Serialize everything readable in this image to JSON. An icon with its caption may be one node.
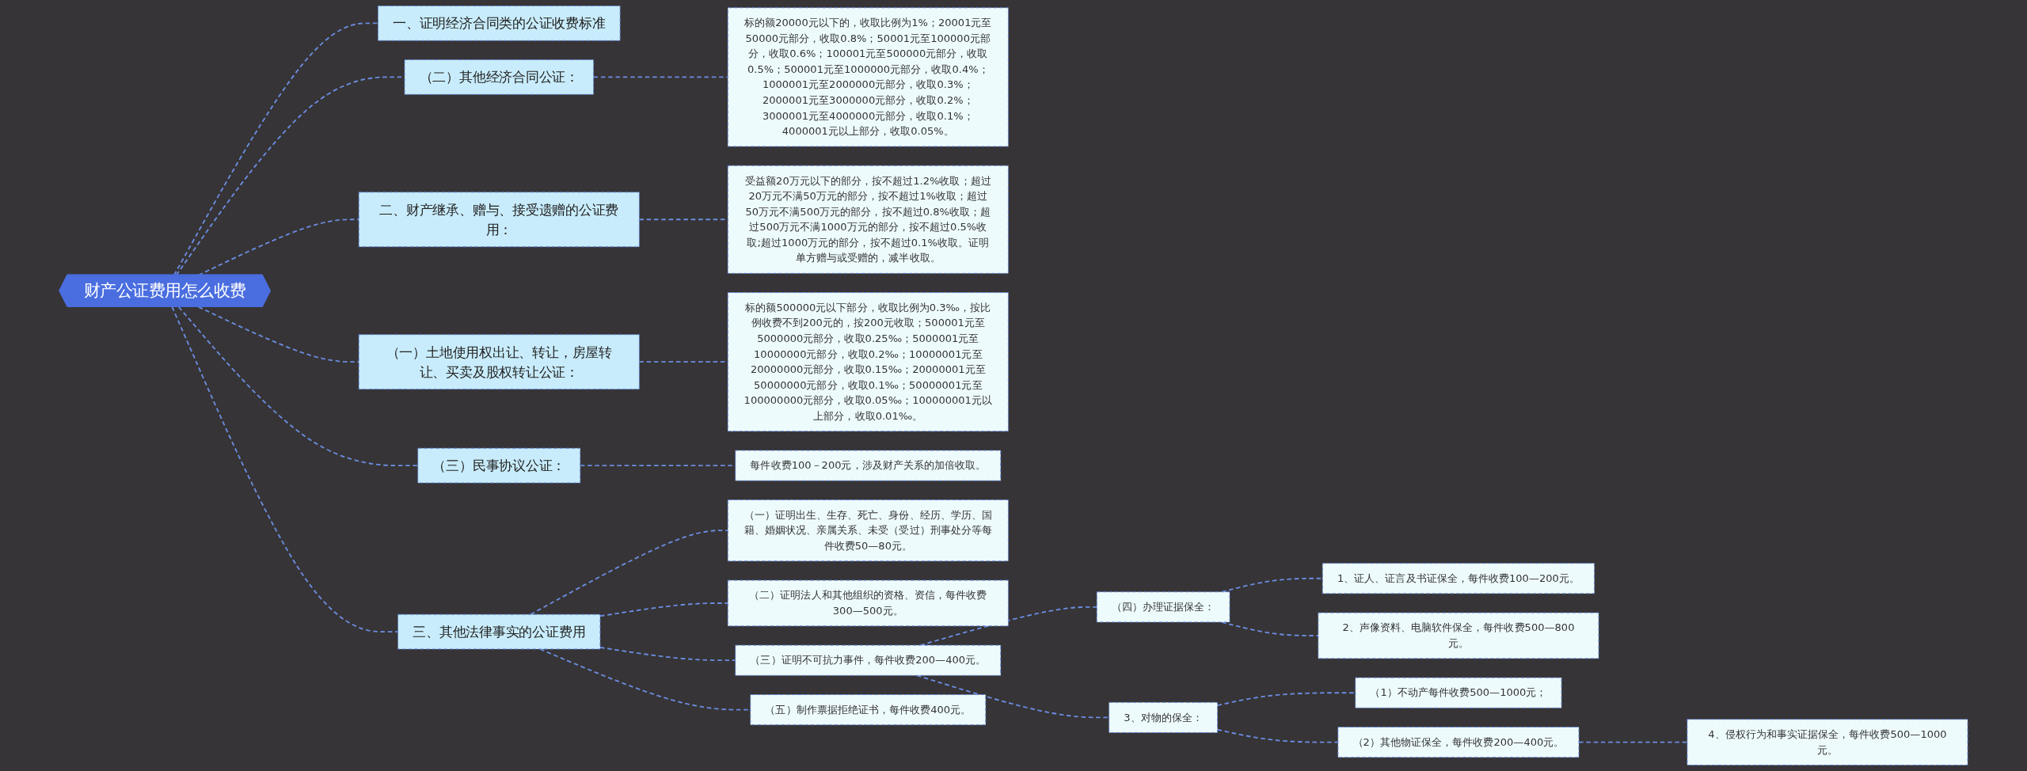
{
  "diagram": {
    "nodes": [
      {
        "text": [
          "财产公证费用怎么收费"
        ]
      },
      {
        "text": [
          "一、证明经济合同类的公证收费标准"
        ]
      },
      {
        "text": [
          "（二）其他经济合同公证："
        ]
      },
      {
        "text": [
          "标的额20000元以下的，收取比例为1%；20001元至50000元部分，收取0.8%；50001元至100000元部分，收取0.6%；100001元至500000元部分，收取0.5%；500001元至1000000元部分，收取0.4%；1000001元至2000000元部分，收取0.3%；2000001元至3000000元部分，收取0.2%；3000001元至4000000元部分，收取0.1%；4000001元以上部分，收取0.05%。"
        ]
      },
      {
        "text": [
          "二、财产继承、赠与、接受遗赠的公证费用："
        ]
      },
      {
        "text": [
          "受益额20万元以下的部分，按不超过1.2%收取；超过20万元不满50万元的部分，按不超过1%收取；超过50万元不满500万元的部分，按不超过0.8%收取；超过500万元不满1000万元的部分，按不超过0.5%收取;超过1000万元的部分，按不超过0.1%收取。证明单方赠与或受赠的，减半收取。"
        ]
      },
      {
        "text": [
          "（一）土地使用权出让、转让，房屋转让、买卖及股权转让公证："
        ]
      },
      {
        "text": [
          "标的额500000元以下部分，收取比例为0.3‰，按比例收费不到200元的，按200元收取；500001元至5000000元部分，收取0.25‰；5000001元至10000000元部分，收取0.2‰；10000001元至20000000元部分，收取0.15‰；20000001元至50000000元部分，收取0.1‰；50000001元至100000000元部分，收取0.05‰；100000001元以上部分，收取0.01‰。"
        ]
      },
      {
        "text": [
          "（三）民事协议公证："
        ]
      },
      {
        "text": [
          "每件收费100－200元，涉及财产关系的加倍收取。"
        ]
      },
      {
        "text": [
          "三、其他法律事实的公证费用"
        ]
      },
      {
        "text": [
          "（一）证明出生、生存、死亡、身份、经历、学历、国籍、婚姻状况、亲属关系、未受（受过）刑事处分等每件收费50—80元。"
        ]
      },
      {
        "text": [
          "（二）证明法人和其他组织的资格、资信，每件收费300—500元。"
        ]
      },
      {
        "text": [
          "（三）证明不可抗力事件，每件收费200—400元。"
        ]
      },
      {
        "text": [
          "（四）办理证据保全："
        ]
      },
      {
        "text": [
          "1、证人、证言及书证保全，每件收费100—200元。"
        ]
      },
      {
        "text": [
          "2、声像资料、电脑软件保全，每件收费500—800元。"
        ]
      },
      {
        "text": [
          "3、对物的保全："
        ]
      },
      {
        "text": [
          "（1）不动产每件收费500—1000元；"
        ]
      },
      {
        "text": [
          "（2）其他物证保全，每件收费200—400元。"
        ]
      },
      {
        "text": [
          "4、侵权行为和事实证据保全，每件收费500—1000元。"
        ]
      },
      {
        "text": [
          "（五）制作票据拒绝证书，每件收费400元。"
        ]
      }
    ],
    "edges": [
      {
        "from": 0,
        "to": 1,
        "arrow": "none",
        "style": "dashed"
      },
      {
        "from": 0,
        "to": 2,
        "arrow": "none",
        "style": "dashed"
      },
      {
        "from": 2,
        "to": 3,
        "arrow": "none",
        "style": "dashed"
      },
      {
        "from": 0,
        "to": 4,
        "arrow": "none",
        "style": "dashed"
      },
      {
        "from": 4,
        "to": 5,
        "arrow": "none",
        "style": "dashed"
      },
      {
        "from": 0,
        "to": 6,
        "arrow": "none",
        "style": "dashed"
      },
      {
        "from": 6,
        "to": 7,
        "arrow": "none",
        "style": "dashed"
      },
      {
        "from": 0,
        "to": 8,
        "arrow": "none",
        "style": "dashed"
      },
      {
        "from": 8,
        "to": 9,
        "arrow": "none",
        "style": "dashed"
      },
      {
        "from": 0,
        "to": 10,
        "arrow": "none",
        "style": "dashed"
      },
      {
        "from": 10,
        "to": 11,
        "arrow": "none",
        "style": "dashed"
      },
      {
        "from": 10,
        "to": 12,
        "arrow": "none",
        "style": "dashed"
      },
      {
        "from": 10,
        "to": 13,
        "arrow": "none",
        "style": "dashed"
      },
      {
        "from": 13,
        "to": 14,
        "arrow": "none",
        "style": "dashed"
      },
      {
        "from": 14,
        "to": 15,
        "arrow": "none",
        "style": "dashed"
      },
      {
        "from": 14,
        "to": 16,
        "arrow": "none",
        "style": "dashed"
      },
      {
        "from": 13,
        "to": 17,
        "arrow": "none",
        "style": "dashed"
      },
      {
        "from": 17,
        "to": 18,
        "arrow": "none",
        "style": "dashed"
      },
      {
        "from": 17,
        "to": 19,
        "arrow": "none",
        "style": "dashed"
      },
      {
        "from": 19,
        "to": 20,
        "arrow": "none",
        "style": "dashed"
      },
      {
        "from": 10,
        "to": 21,
        "arrow": "none",
        "style": "dashed"
      }
    ]
  }
}
